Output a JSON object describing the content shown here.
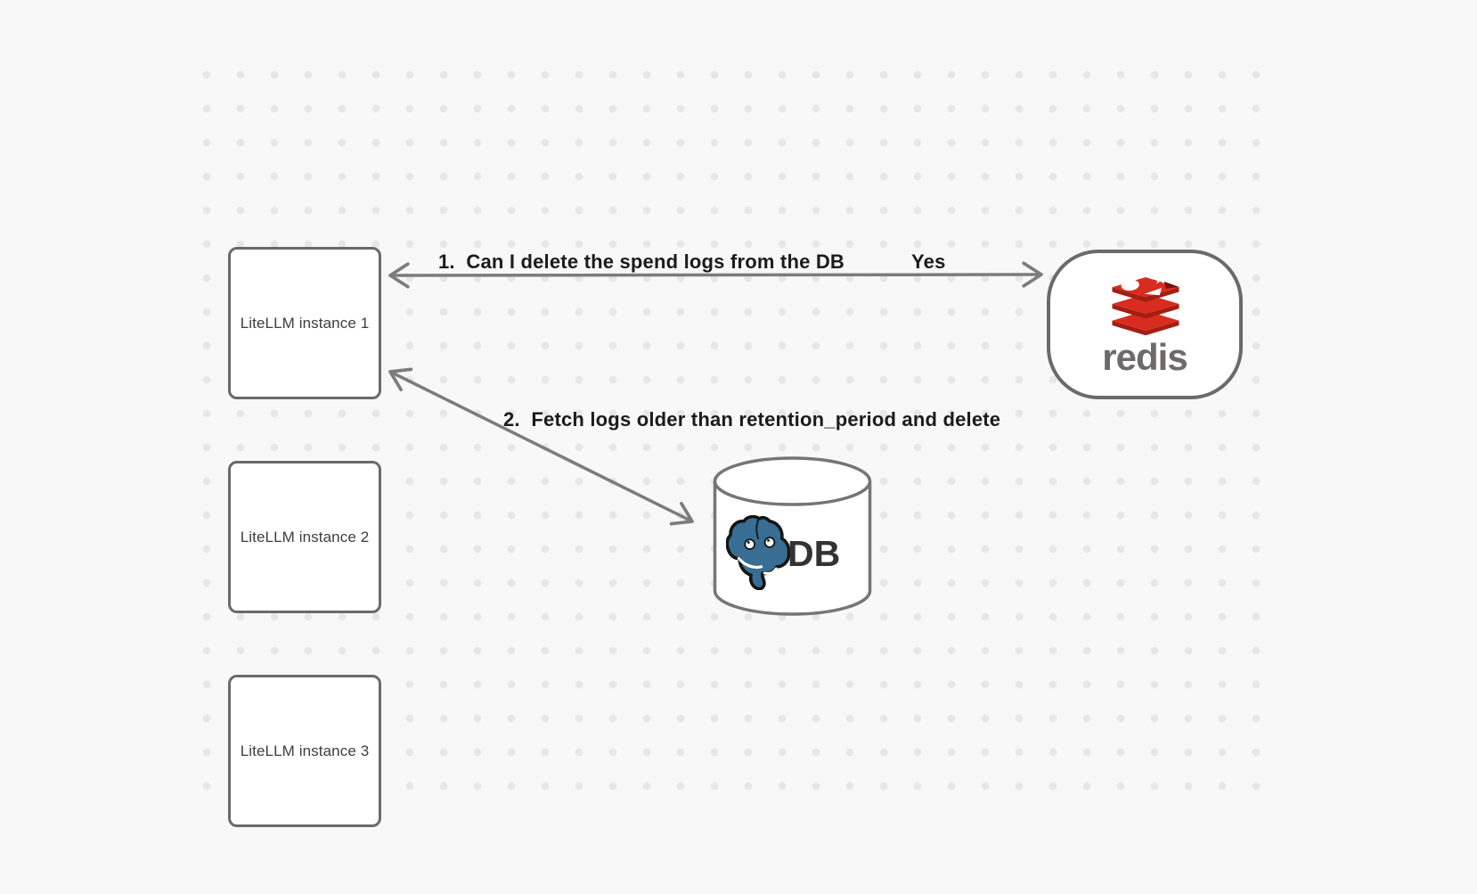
{
  "canvas": {
    "background_color": "#f8f8f8",
    "dot_color": "#e7e7e7"
  },
  "nodes": {
    "instances": [
      {
        "label": "LiteLLM instance 1"
      },
      {
        "label": "LiteLLM instance 2"
      },
      {
        "label": "LiteLLM instance 3"
      }
    ],
    "redis": {
      "label": "redis",
      "brand_red": "#d82c20",
      "brand_red_dark": "#a41e11",
      "brand_red_deep": "#7a120b",
      "wordmark_color": "#6d6a6a"
    },
    "db": {
      "label": "DB",
      "postgres_blue": "#386e93"
    }
  },
  "arrows": {
    "color": "#7c7c7c",
    "query": {
      "label": "1.  Can I delete the spend logs from the DB",
      "response": "Yes"
    },
    "fetch": {
      "label": "2.  Fetch logs older than retention_period and delete"
    }
  }
}
